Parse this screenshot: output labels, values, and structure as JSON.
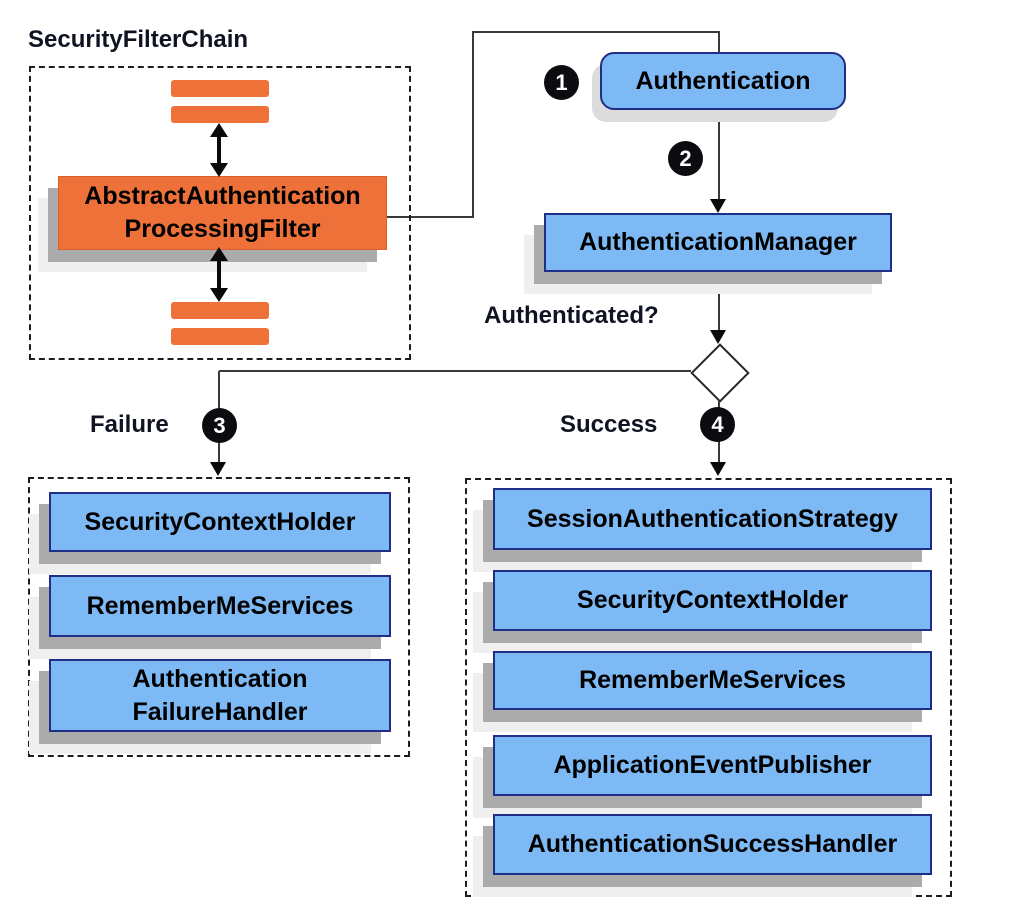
{
  "diagram": {
    "title": "SecurityFilterChain",
    "filter_box": {
      "label": "AbstractAuthentication\nProcessingFilter"
    },
    "authentication_box": {
      "label": "Authentication"
    },
    "authentication_manager_box": {
      "label": "AuthenticationManager"
    },
    "decision_label": "Authenticated?",
    "badges": {
      "step1": "1",
      "step2": "2",
      "step3": "3",
      "step4": "4"
    },
    "failure_branch": {
      "label": "Failure",
      "items": [
        "SecurityContextHolder",
        "RememberMeServices",
        "Authentication\nFailureHandler"
      ]
    },
    "success_branch": {
      "label": "Success",
      "items": [
        "SessionAuthenticationStrategy",
        "SecurityContextHolder",
        "RememberMeServices",
        "ApplicationEventPublisher",
        "AuthenticationSuccessHandler"
      ]
    },
    "colors": {
      "orange_fill": "#ED7139",
      "orange_border": "#D9622B",
      "blue_fill": "#7DBAF5",
      "blue_border": "#1F2E86",
      "shadow_gray": "#ABABAB",
      "shadow_light": "#EFEFEF",
      "line": "#3a3a3a",
      "text_dark": "#101322"
    }
  }
}
